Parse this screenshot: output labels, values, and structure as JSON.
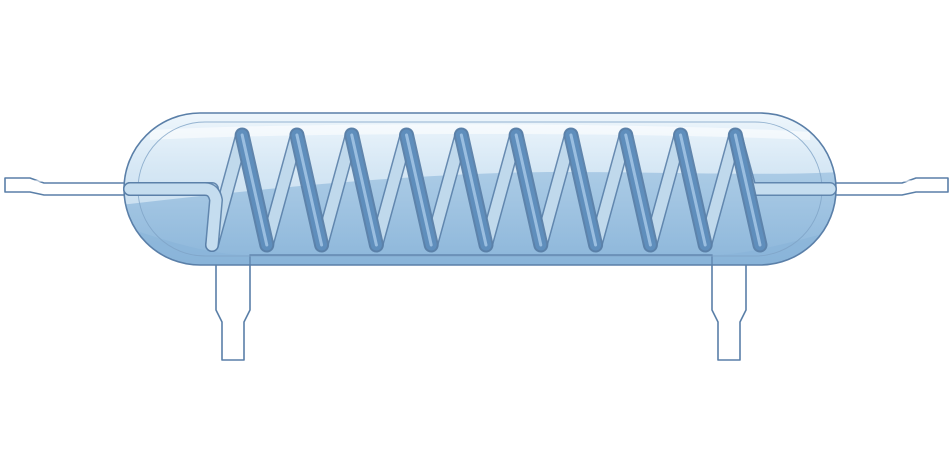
{
  "diagram": {
    "subject": "glass-coil-condenser",
    "colors": {
      "glass_fill": "#cfe3f2",
      "glass_highlight": "#eef6fc",
      "liquid_fill": "#8fb9dc",
      "liquid_dark": "#6f9fca",
      "outline": "#5a7fa8",
      "coil_light": "#c5ddef",
      "coil_dark": "#5f8fbe"
    },
    "parts": [
      {
        "name": "condenser-jacket"
      },
      {
        "name": "inner-coil"
      },
      {
        "name": "left-side-tube"
      },
      {
        "name": "right-side-tube"
      },
      {
        "name": "left-bottom-port"
      },
      {
        "name": "right-bottom-port"
      }
    ]
  }
}
